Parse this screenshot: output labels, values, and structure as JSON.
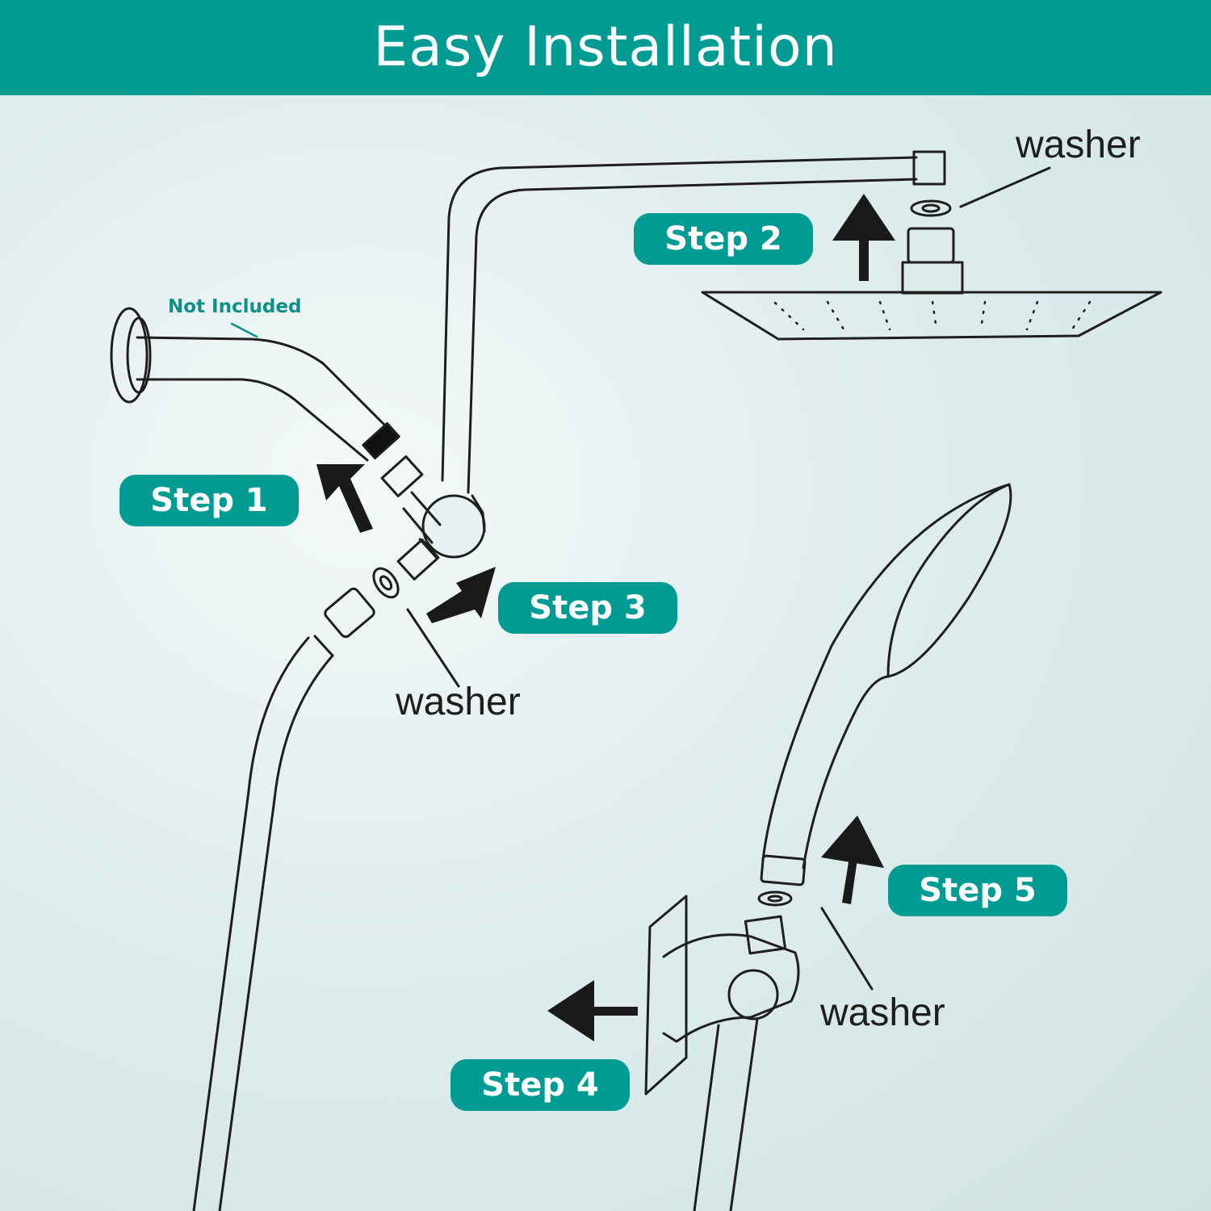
{
  "header": {
    "title": "Easy Installation"
  },
  "steps": {
    "step1": "Step 1",
    "step2": "Step 2",
    "step3": "Step 3",
    "step4": "Step 4",
    "step5": "Step 5"
  },
  "labels": {
    "washer_top": "washer",
    "washer_middle": "washer",
    "washer_bottom": "washer",
    "not_included": "Not Included"
  },
  "colors": {
    "accent": "#009b93",
    "line": "#1e1e1e",
    "arrow": "#1a1a1a"
  }
}
